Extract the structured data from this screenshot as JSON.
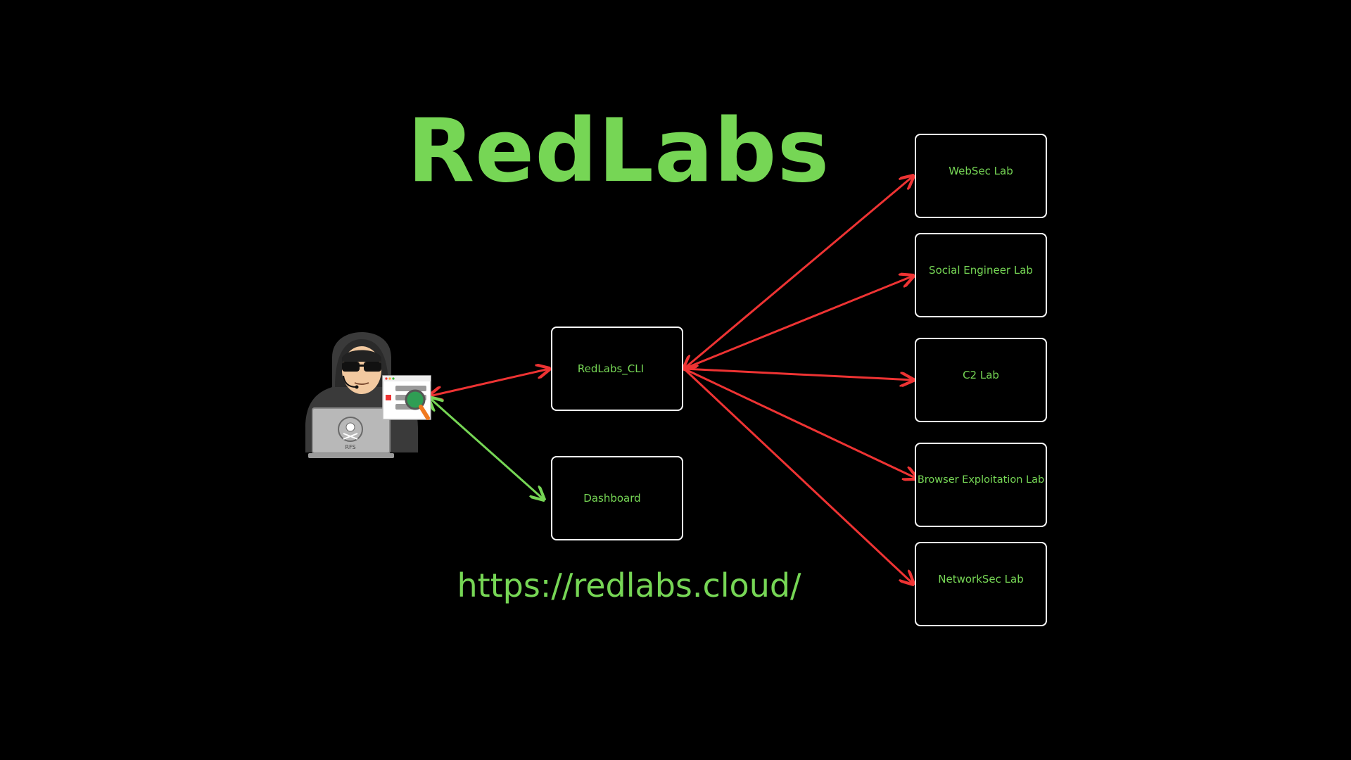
{
  "title": "RedLabs",
  "url": "https://redlabs.cloud/",
  "colors": {
    "background": "#000000",
    "accent_green": "#76d655",
    "box_border": "#ffffff",
    "link_red": "#ee3333",
    "link_green": "#76d655"
  },
  "nodes": {
    "cli": {
      "label": "RedLabs_CLI"
    },
    "dashboard": {
      "label": "Dashboard"
    },
    "labs": [
      {
        "label": "WebSec Lab"
      },
      {
        "label": "Social Engineer Lab"
      },
      {
        "label": "C2 Lab"
      },
      {
        "label": "Browser Exploitation Lab"
      },
      {
        "label": "NetworkSec Lab"
      }
    ]
  },
  "illustration": {
    "icon": "hacker-with-laptop-icon",
    "laptop_text": "RFS",
    "login_panel_icon": "login-window-icon"
  }
}
